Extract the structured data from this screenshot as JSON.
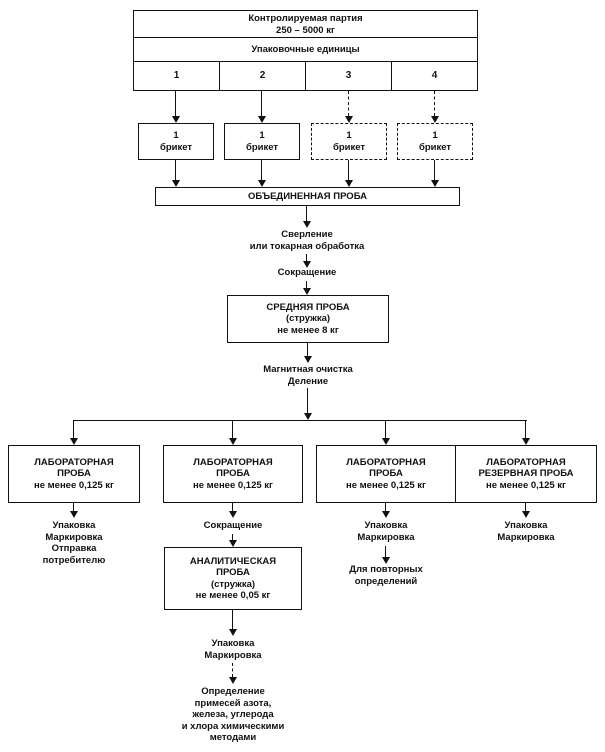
{
  "colors": {
    "ink": "#111111",
    "background": "#ffffff"
  },
  "top": {
    "lot_label": "Контролируемая партия\n250 – 5000 кг",
    "units_label": "Упаковочные единицы",
    "unit_numbers": [
      "1",
      "2",
      "3",
      "4"
    ]
  },
  "briquettes": [
    {
      "label": "1\nбрикет"
    },
    {
      "label": "1\nбрикет"
    },
    {
      "label": "1\nбрикет"
    },
    {
      "label": "1\nбрикет"
    }
  ],
  "combined_sample_label": "ОБЪЕДИНЕННАЯ ПРОБА",
  "process": {
    "drilling": "Сверление\nили токарная обработка",
    "reduction": "Сокращение",
    "average_sample": "СРЕДНЯЯ ПРОБА\n(стружка)\nне менее 8 кг",
    "magnetic_cleaning": "Магнитная очистка\nДеление"
  },
  "lab_samples": [
    {
      "label": "ЛАБОРАТОРНАЯ\nПРОБА\nне менее 0,125 кг"
    },
    {
      "label": "ЛАБОРАТОРНАЯ\nПРОБА\nне менее 0,125 кг"
    },
    {
      "label": "ЛАБОРАТОРНАЯ\nПРОБА\nне менее 0,125 кг"
    },
    {
      "label": "ЛАБОРАТОРНАЯ\nРЕЗЕРВНАЯ ПРОБА\nне менее 0,125 кг"
    }
  ],
  "outcomes": {
    "col1_actions": "Упаковка\nМаркировка\nОтправка\nпотребителю",
    "col2_reduction": "Сокращение",
    "analytical_sample": "АНАЛИТИЧЕСКАЯ\nПРОБА\n(стружка)\nне менее 0,05 кг",
    "col2_packaging": "Упаковка\nМаркировка",
    "col2_determination": "Определение\nпримесей азота,\nжелеза, углерода\nи хлора химическими\nметодами",
    "col3_packaging": "Упаковка\nМаркировка",
    "col3_purpose": "Для повторных\nопределений",
    "col4_packaging": "Упаковка\nМаркировка"
  }
}
